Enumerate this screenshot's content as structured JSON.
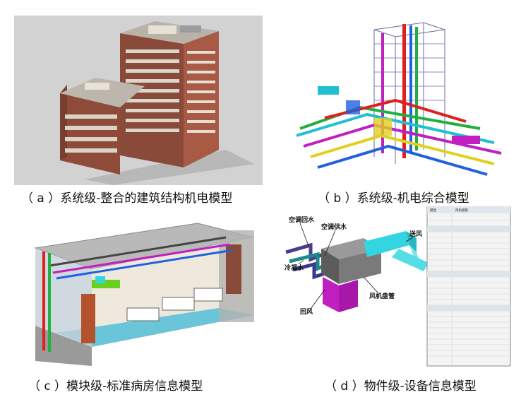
{
  "panels": {
    "a": {
      "caption": "（ a ）系统级-整合的建筑结构机电模型"
    },
    "b": {
      "caption": "（ b ）系统级-机电综合模型"
    },
    "c": {
      "caption": "（ c ）模块级-标准病房信息模型"
    },
    "d": {
      "caption": "（ d ）物件级-设备信息模型",
      "labels": {
        "return_water": "空调回水",
        "supply_water": "空调供水",
        "condensate": "冷凝水",
        "return_air": "回风",
        "supply_air": "送风",
        "fan_coil": "风机盘管"
      },
      "properties_title": "属性",
      "properties_type": "风机盘管"
    }
  },
  "colors": {
    "brick": "#8a4a3a",
    "window_band": "#dcd6cc",
    "fan_coil_box": "#7a7a7a",
    "duct_cyan": "#33d6e0",
    "return_magenta": "#c020c0",
    "pipe_purple": "#4b3c8c"
  }
}
